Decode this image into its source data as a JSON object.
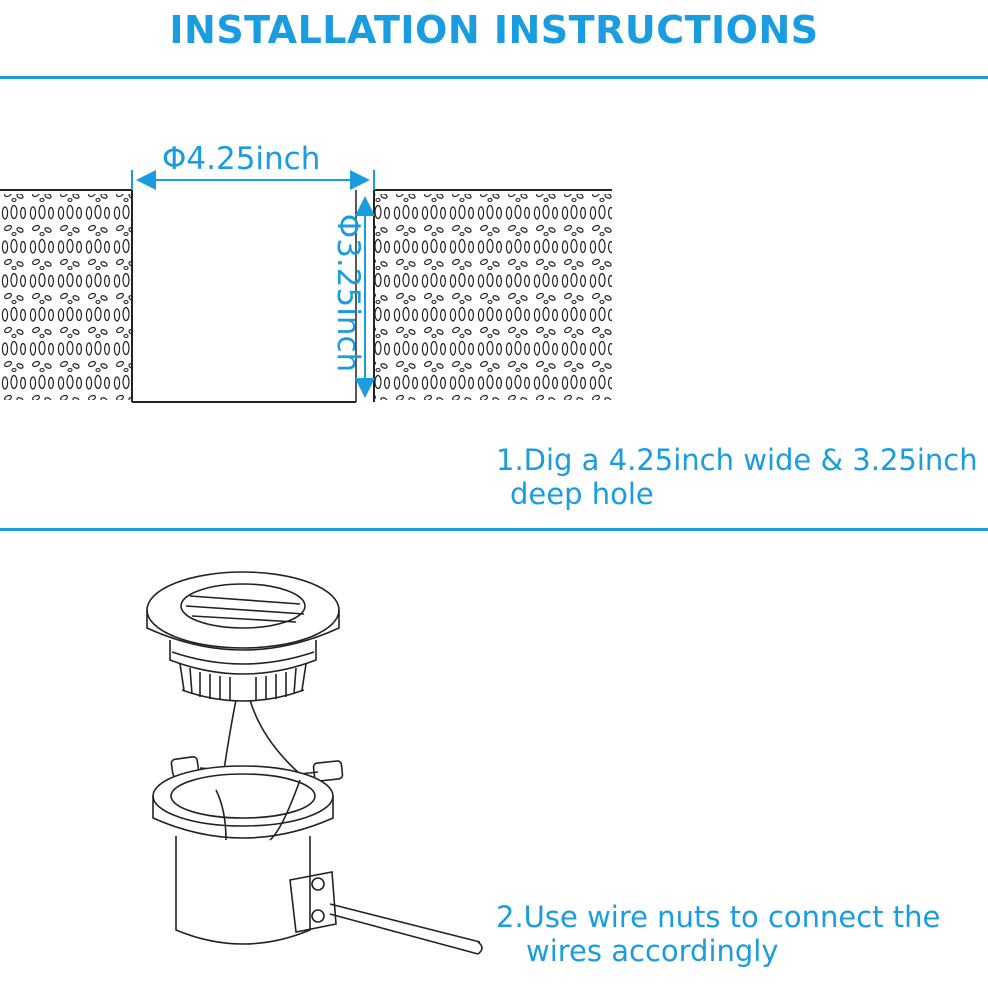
{
  "header": {
    "title": "INSTALLATION INSTRUCTIONS"
  },
  "section1": {
    "dimension_width": "Φ4.25inch",
    "dimension_depth": "Φ3.25inch",
    "step_line1": "1.Dig a 4.25inch wide & 3.25inch",
    "step_line2": "deep hole"
  },
  "section2": {
    "step_line1": "2.Use wire nuts to connect the",
    "step_line2": "wires accordingly"
  },
  "colors": {
    "accent": "#1a9de0",
    "line": "#222222"
  }
}
